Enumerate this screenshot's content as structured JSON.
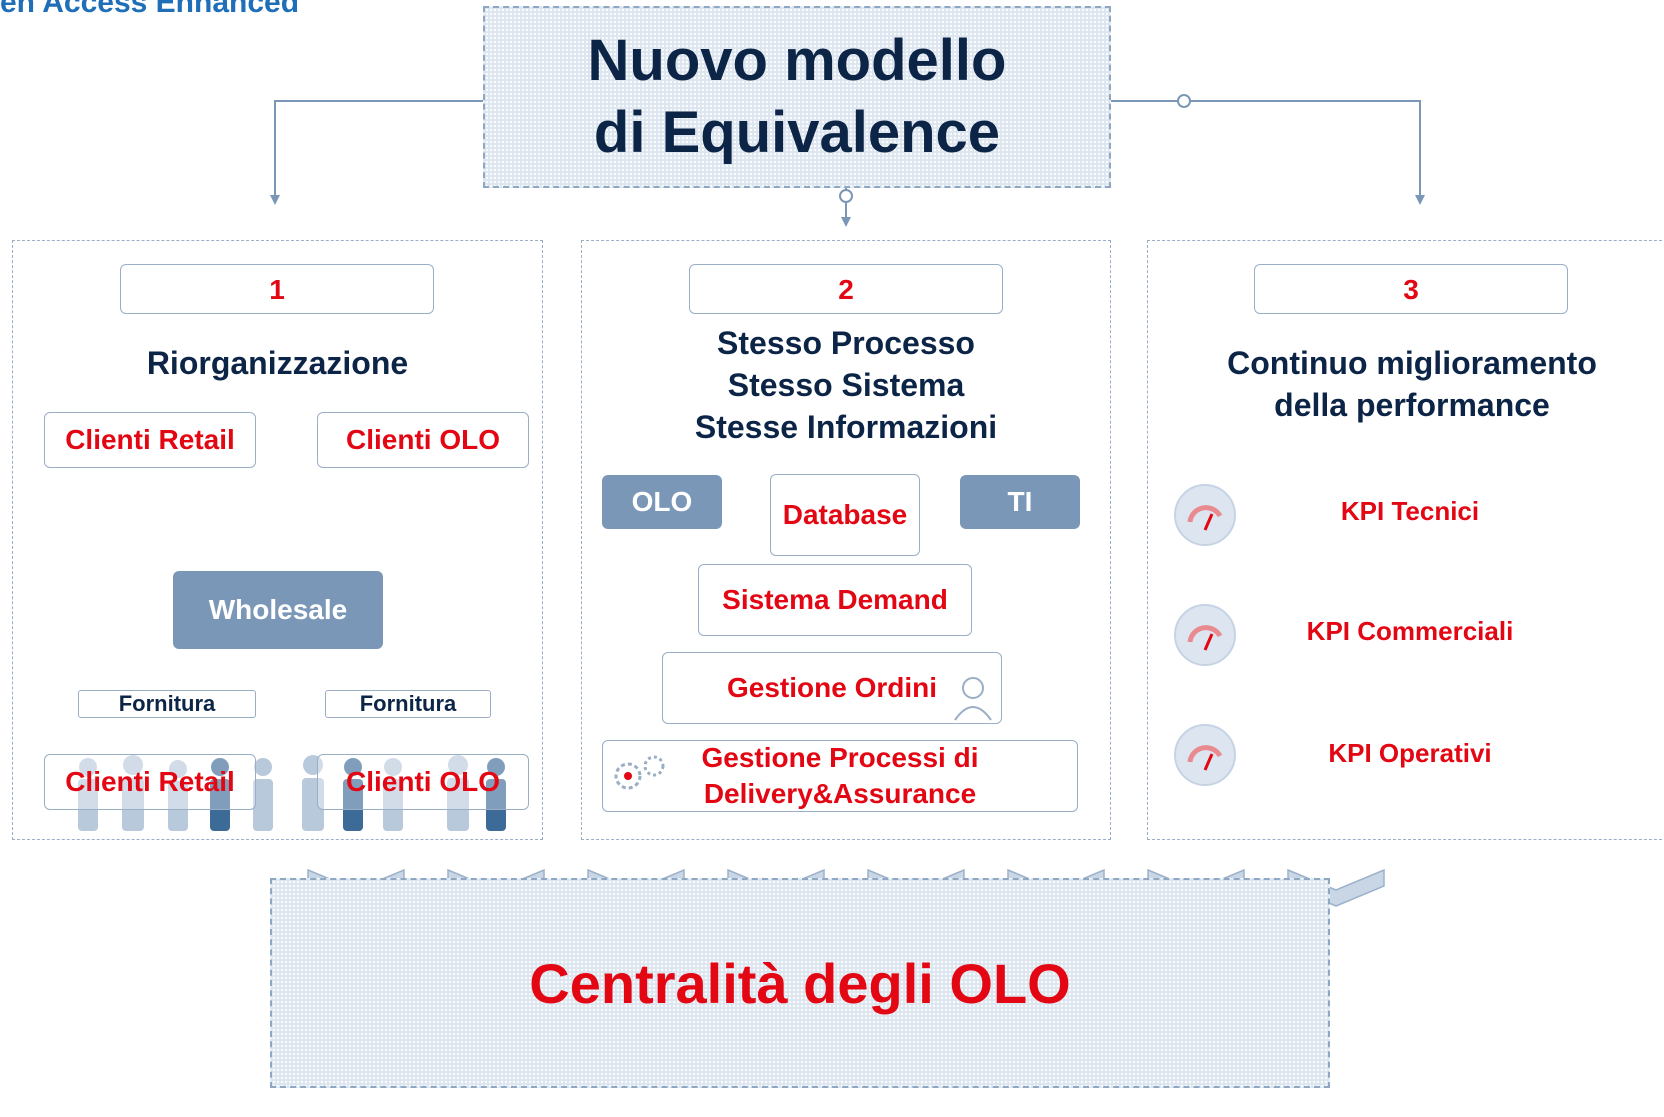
{
  "corner_title": "en Access Enhanced",
  "top": {
    "line1": "Nuovo modello",
    "line2": "di Equivalence"
  },
  "panel1": {
    "number": "1",
    "heading": "Riorganizzazione",
    "clienti_retail_top": "Clienti Retail",
    "clienti_olo_top": "Clienti OLO",
    "wholesale": "Wholesale",
    "fornitura_left": "Fornitura",
    "fornitura_right": "Fornitura",
    "clienti_retail_bottom": "Clienti Retail",
    "clienti_olo_bottom": "Clienti OLO"
  },
  "panel2": {
    "number": "2",
    "heading_line1": "Stesso Processo",
    "heading_line2": "Stesso Sistema",
    "heading_line3": "Stesse Informazioni",
    "olo": "OLO",
    "database": "Database",
    "ti": "TI",
    "sistema_demand": "Sistema Demand",
    "gestione_ordini": "Gestione Ordini",
    "gestione_processi_line1": "Gestione Processi di",
    "gestione_processi_line2": "Delivery&Assurance"
  },
  "panel3": {
    "number": "3",
    "heading_line1": "Continuo miglioramento",
    "heading_line2": "della performance",
    "kpis": [
      "KPI Tecnici",
      "KPI Commerciali",
      "KPI Operativi"
    ]
  },
  "bottom_title": "Centralità degli OLO",
  "colors": {
    "red": "#e30613",
    "navy": "#0c2547",
    "slate": "#7b97b8",
    "line": "#7b97b8",
    "fill": "#dde6f0"
  }
}
